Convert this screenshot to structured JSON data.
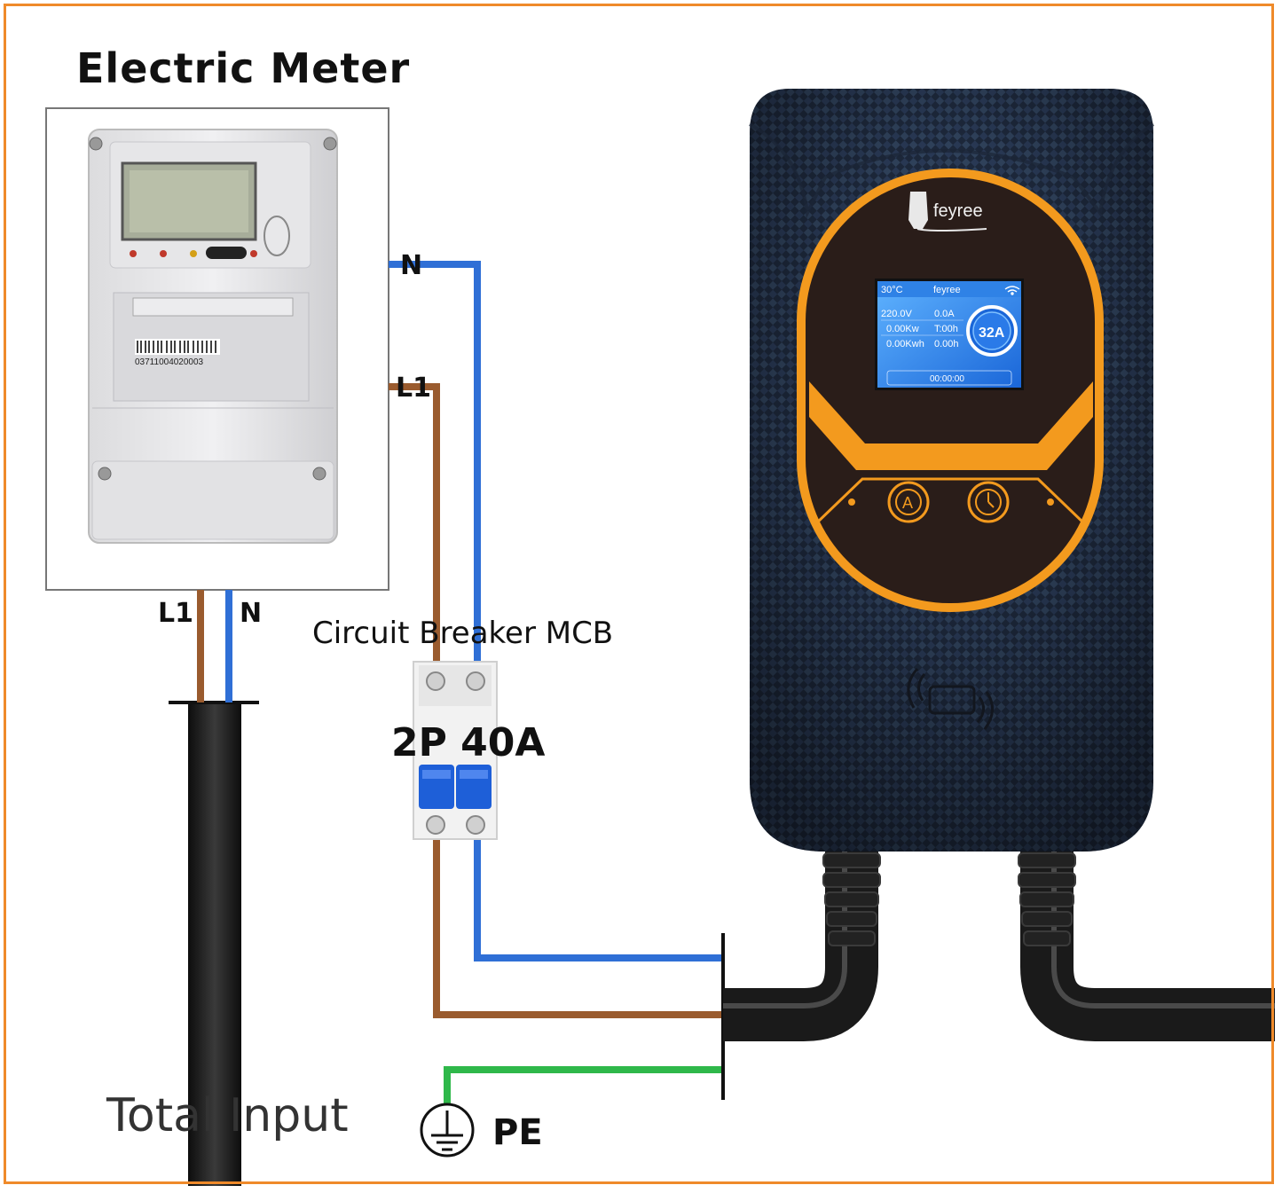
{
  "labels": {
    "meter_title": "Electric Meter",
    "n_top": "N",
    "l1_top": "L1",
    "l1_bottom": "L1",
    "n_bottom": "N",
    "mcb": "Circuit Breaker MCB",
    "mcb_rating": "2P 40A",
    "total_input": "Total Input",
    "pe": "PE"
  },
  "meter": {
    "barcode_number": "03711004020003"
  },
  "charger": {
    "brand": "feyree",
    "screen": {
      "temperature": "30°C",
      "header_brand": "feyree",
      "voltage": "220.0V",
      "current": "0.0A",
      "power": "0.00Kw",
      "time_t": "T:00h",
      "energy": "0.00Kwh",
      "duration": "0.00h",
      "amps": "32A",
      "clock": "00:00:00"
    },
    "button_a": "A"
  },
  "colors": {
    "frame": "#ef8a2a",
    "wire_neutral": "#2f6fd6",
    "wire_live": "#9a5b2e",
    "wire_earth": "#2fb84a",
    "cable": "#1a1a1a",
    "charger_body": "#2a3a52",
    "charger_accent": "#f39a1e",
    "breaker_toggle": "#1e5fd8"
  },
  "icons": {
    "ground": "ground-symbol-icon",
    "rfid": "rfid-card-icon",
    "wifi": "wifi-icon",
    "clock": "clock-icon"
  }
}
